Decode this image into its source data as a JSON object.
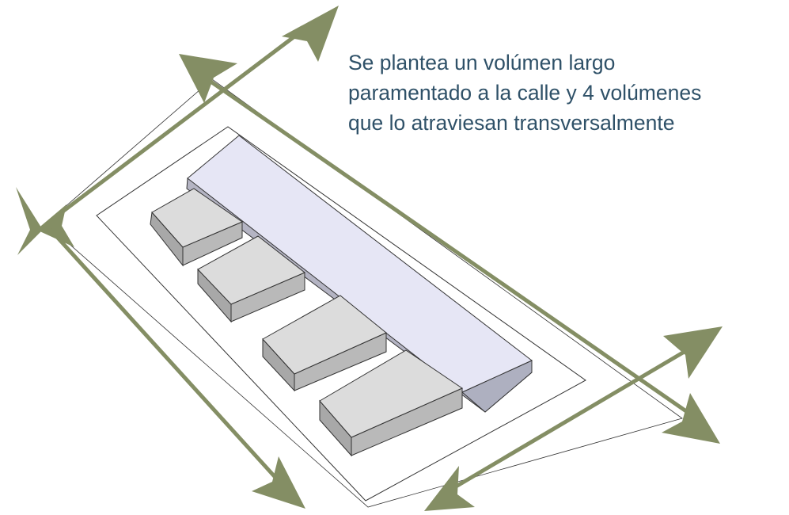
{
  "caption": {
    "lines": [
      "Se plantea un volúmen largo",
      "paramentado a la calle y 4 volúmenes",
      "que lo atraviesan transversalmente"
    ]
  },
  "colors": {
    "caption_text": "#2f5168",
    "arrow": "#848e64",
    "long_volume_top": "#e6e6f5",
    "long_volume_side": "#b4b4c3",
    "block_top": "#dcdcdc",
    "block_side": "#aaaaaa",
    "block_front": "#b9b9b9",
    "outline": "#333333"
  },
  "elements": {
    "long_volume": "volumen-largo",
    "transversal_volumes": 4,
    "arrows": 4
  }
}
